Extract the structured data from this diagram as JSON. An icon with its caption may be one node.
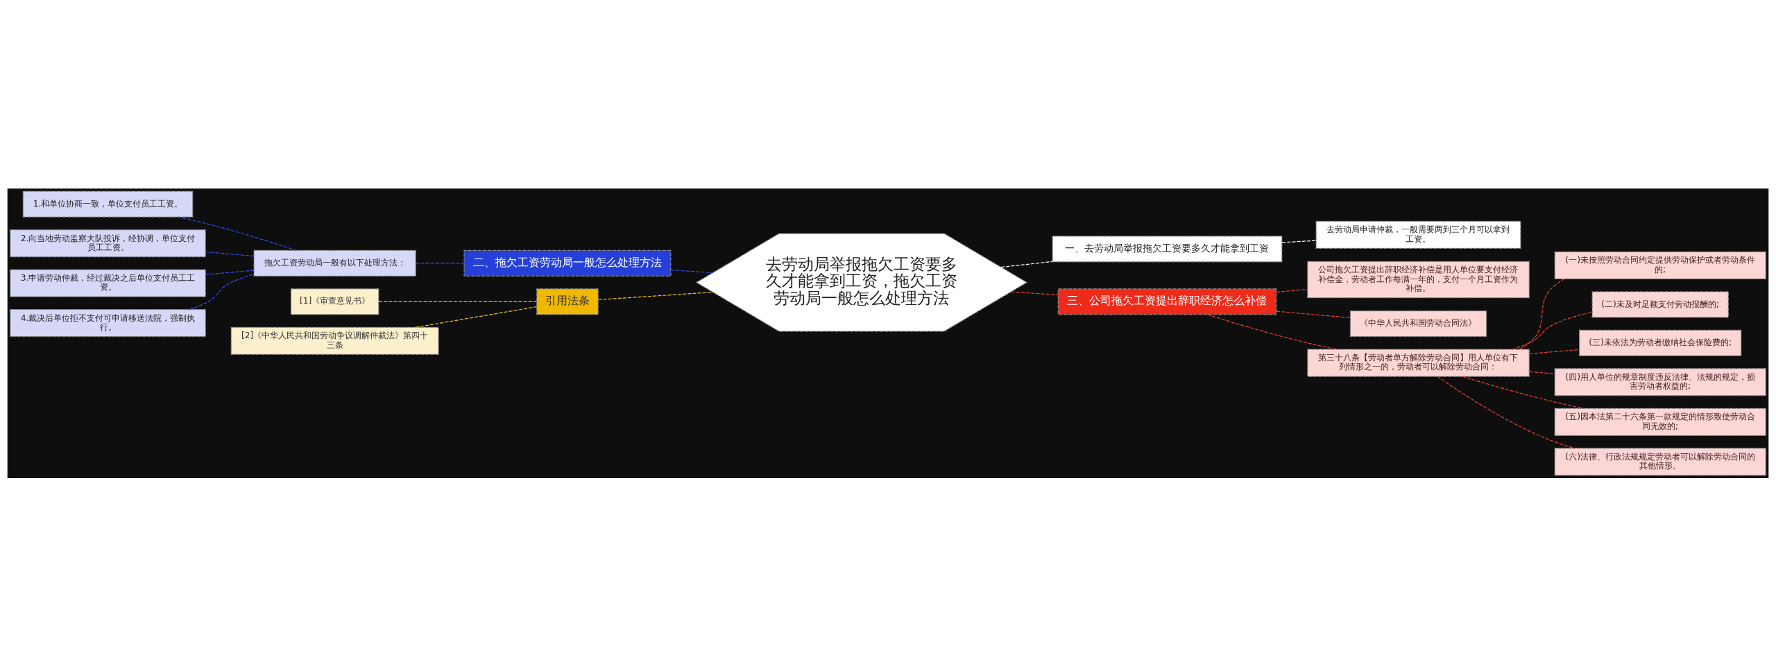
{
  "diagram": {
    "nodes": [
      {
        "text": [
          "去劳动局举报拖欠工资要多久才能拿到工资，拖欠工资劳动局一般怎么处理方法"
        ]
      },
      {
        "text": [
          "一、去劳动局举报拖欠工资要多久才能拿到工资"
        ]
      },
      {
        "text": [
          "去劳动局申请仲裁，一般需要两到三个月可以拿到工资。"
        ]
      },
      {
        "text": [
          "二、拖欠工资劳动局一般怎么处理方法"
        ]
      },
      {
        "text": [
          "拖欠工资劳动局一般有以下处理方法："
        ]
      },
      {
        "text": [
          "1.和单位协商一致，单位支付员工工资。"
        ]
      },
      {
        "text": [
          "2.向当地劳动监察大队投诉，经协调，单位支付员工工资。"
        ]
      },
      {
        "text": [
          "3.申请劳动仲裁，经过裁决之后单位支付员工工资。"
        ]
      },
      {
        "text": [
          "4.裁决后单位拒不支付可申请移送法院，强制执行。"
        ]
      },
      {
        "text": [
          "三、公司拖欠工资提出辞职经济怎么补偿"
        ]
      },
      {
        "text": [
          "公司拖欠工资提出辞职经济补偿是用人单位要支付经济补偿金，劳动者工作每满一年的，支付一个月工资作为补偿。"
        ]
      },
      {
        "text": [
          "《中华人民共和国劳动合同法》"
        ]
      },
      {
        "text": [
          "第三十八条【劳动者单方解除劳动合同】用人单位有下列情形之一的，劳动者可以解除劳动合同："
        ]
      },
      {
        "text": [
          "(一)未按照劳动合同约定提供劳动保护或者劳动条件的;"
        ]
      },
      {
        "text": [
          "(二)未及时足额支付劳动报酬的;"
        ]
      },
      {
        "text": [
          "(三)未依法为劳动者缴纳社会保险费的;"
        ]
      },
      {
        "text": [
          "(四)用人单位的规章制度违反法律、法规的规定，损害劳动者权益的;"
        ]
      },
      {
        "text": [
          "(五)因本法第二十六条第一款规定的情形致使劳动合同无效的;"
        ]
      },
      {
        "text": [
          "(六)法律、行政法规规定劳动者可以解除劳动合同的其他情形。"
        ]
      },
      {
        "text": [
          "引用法条"
        ]
      },
      {
        "text": [
          "[1]《审查意见书》"
        ]
      },
      {
        "text": [
          "[2]《中华人民共和国劳动争议调解仲裁法》第四十三条"
        ]
      }
    ],
    "edges": [
      {
        "from": 0,
        "to": 1,
        "arrow": "none",
        "style": "dashed",
        "color": "#ffffff"
      },
      {
        "from": 1,
        "to": 2,
        "arrow": "none",
        "style": "dashed",
        "color": "#ffffff"
      },
      {
        "from": 0,
        "to": 3,
        "arrow": "none",
        "style": "dashed",
        "color": "#3050e0"
      },
      {
        "from": 3,
        "to": 4,
        "arrow": "none",
        "style": "dashed",
        "color": "#3050e0"
      },
      {
        "from": 4,
        "to": 5,
        "arrow": "none",
        "style": "dashed",
        "color": "#3050e0"
      },
      {
        "from": 4,
        "to": 6,
        "arrow": "none",
        "style": "dashed",
        "color": "#3050e0"
      },
      {
        "from": 4,
        "to": 7,
        "arrow": "none",
        "style": "dashed",
        "color": "#3050e0"
      },
      {
        "from": 4,
        "to": 8,
        "arrow": "none",
        "style": "dashed",
        "color": "#3050e0"
      },
      {
        "from": 0,
        "to": 9,
        "arrow": "none",
        "style": "dashed"
      },
      {
        "from": 9,
        "to": 10,
        "arrow": "none",
        "style": "dashed"
      },
      {
        "from": 9,
        "to": 11,
        "arrow": "none",
        "style": "dashed"
      },
      {
        "from": 9,
        "to": 12,
        "arrow": "none",
        "style": "dashed"
      },
      {
        "from": 12,
        "to": 13,
        "arrow": "none",
        "style": "dashed"
      },
      {
        "from": 12,
        "to": 14,
        "arrow": "none",
        "style": "dashed"
      },
      {
        "from": 12,
        "to": 15,
        "arrow": "none",
        "style": "dashed"
      },
      {
        "from": 12,
        "to": 16,
        "arrow": "none",
        "style": "dashed"
      },
      {
        "from": 12,
        "to": 17,
        "arrow": "none",
        "style": "dashed"
      },
      {
        "from": 12,
        "to": 18,
        "arrow": "none",
        "style": "dashed"
      },
      {
        "from": 0,
        "to": 19,
        "arrow": "none",
        "style": "dashed",
        "color": "#f0c020"
      },
      {
        "from": 19,
        "to": 20,
        "arrow": "none",
        "style": "dashed",
        "color": "#f0c020"
      },
      {
        "from": 19,
        "to": 21,
        "arrow": "none",
        "style": "dashed",
        "color": "#f0c020"
      }
    ]
  }
}
